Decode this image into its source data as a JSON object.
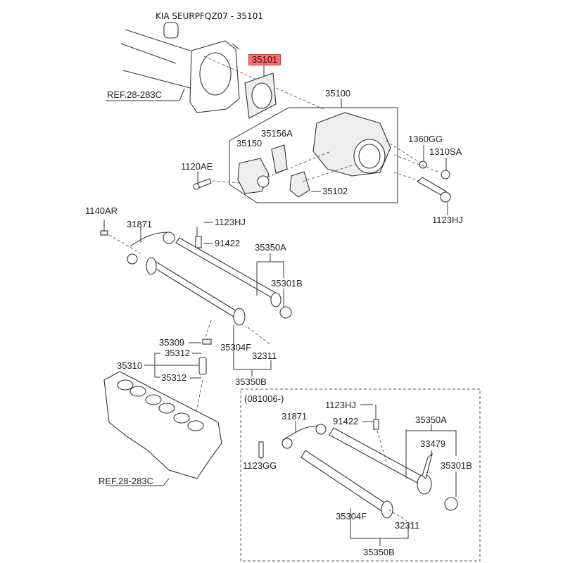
{
  "title": "KIA SEURPFQZ07 - 35101",
  "highlighted_part": "35101",
  "highlight_color": "#f57070",
  "reference_labels": {
    "ref_top": "REF.28-283C",
    "ref_bottom": "REF.28-283C"
  },
  "upper_group": {
    "labels": {
      "p35101": "35101",
      "p35100": "35100",
      "p35156A": "35156A",
      "p35150": "35150",
      "p1120AE": "1120AE",
      "p35102": "35102",
      "p1360GG": "1360GG",
      "p1310SA": "1310SA",
      "p1123HJ_right": "1123HJ",
      "p1140AR": "1140AR",
      "p31871": "31871",
      "p1123HJ": "1123HJ",
      "p91422": "91422",
      "p35350A": "35350A",
      "p35301B": "35301B",
      "p35309": "35309",
      "p35312_top": "35312",
      "p35310": "35310",
      "p35312_bottom": "35312",
      "p35304F": "35304F",
      "p32311": "32311",
      "p35350B": "35350B"
    }
  },
  "variant_group": {
    "date_range": "(081006-)",
    "labels": {
      "p1123HJ": "1123HJ",
      "p31871": "31871",
      "p91422": "91422",
      "p35350A": "35350A",
      "p33479": "33479",
      "p1123GG": "1123GG",
      "p35301B": "35301B",
      "p35304F": "35304F",
      "p32311": "32311",
      "p35350B": "35350B"
    }
  }
}
